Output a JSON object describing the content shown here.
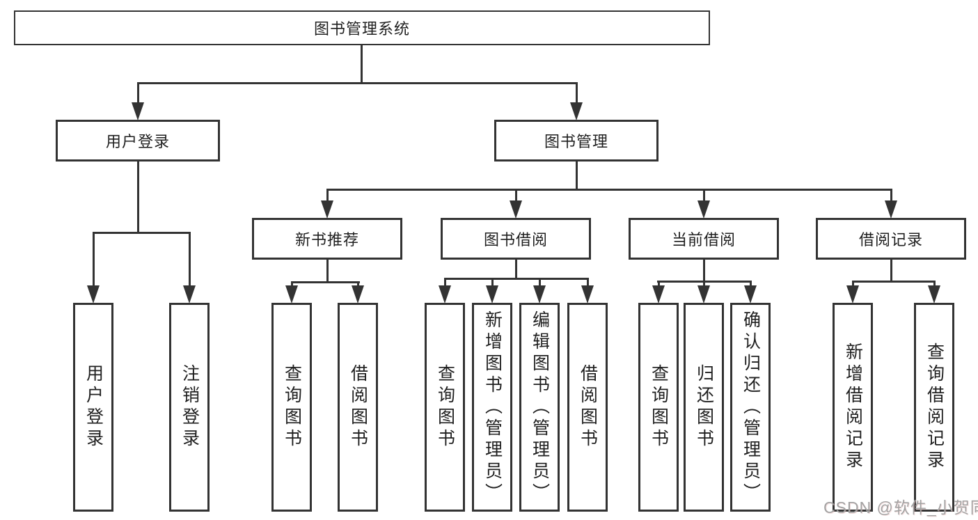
{
  "diagram": {
    "title": "图书管理系统",
    "type": "hierarchy-function-diagram",
    "nodes": {
      "root": "图书管理系统",
      "user_login": "用户登录",
      "book_mgmt": "图书管理",
      "new_book_rec": "新书推荐",
      "book_borrow": "图书借阅",
      "current_borrow": "当前借阅",
      "borrow_records": "借阅记录",
      "leaf_user_login": "用户登录",
      "leaf_logout": "注销登录",
      "leaf_query_book_rec": "查询图书",
      "leaf_borrow_book_rec": "借阅图书",
      "leaf_query_book_borrow": "查询图书",
      "leaf_add_book": "新增图书（管理员）",
      "leaf_edit_book": "编辑图书（管理员）",
      "leaf_borrow_book_borrow": "借阅图书",
      "leaf_query_book_current": "查询图书",
      "leaf_return_book": "归还图书",
      "leaf_confirm_return": "确认归还（管理员）",
      "leaf_add_record": "新增借阅记录",
      "leaf_query_record": "查询借阅记录"
    },
    "edges": [
      {
        "from": "root",
        "to": [
          "user_login",
          "book_mgmt"
        ]
      },
      {
        "from": "user_login",
        "to": [
          "leaf_user_login",
          "leaf_logout"
        ]
      },
      {
        "from": "book_mgmt",
        "to": [
          "new_book_rec",
          "book_borrow",
          "current_borrow",
          "borrow_records"
        ]
      },
      {
        "from": "new_book_rec",
        "to": [
          "leaf_query_book_rec",
          "leaf_borrow_book_rec"
        ]
      },
      {
        "from": "book_borrow",
        "to": [
          "leaf_query_book_borrow",
          "leaf_add_book",
          "leaf_edit_book",
          "leaf_borrow_book_borrow"
        ]
      },
      {
        "from": "current_borrow",
        "to": [
          "leaf_query_book_current",
          "leaf_return_book",
          "leaf_confirm_return"
        ]
      },
      {
        "from": "borrow_records",
        "to": [
          "leaf_add_record",
          "leaf_query_record"
        ]
      }
    ],
    "colors": {
      "line": "#333333",
      "text": "#1f1f1f",
      "background": "#ffffff",
      "watermark": "#a3a3a3"
    }
  },
  "watermark": {
    "text": "CSDN @软件_小贺同学"
  }
}
